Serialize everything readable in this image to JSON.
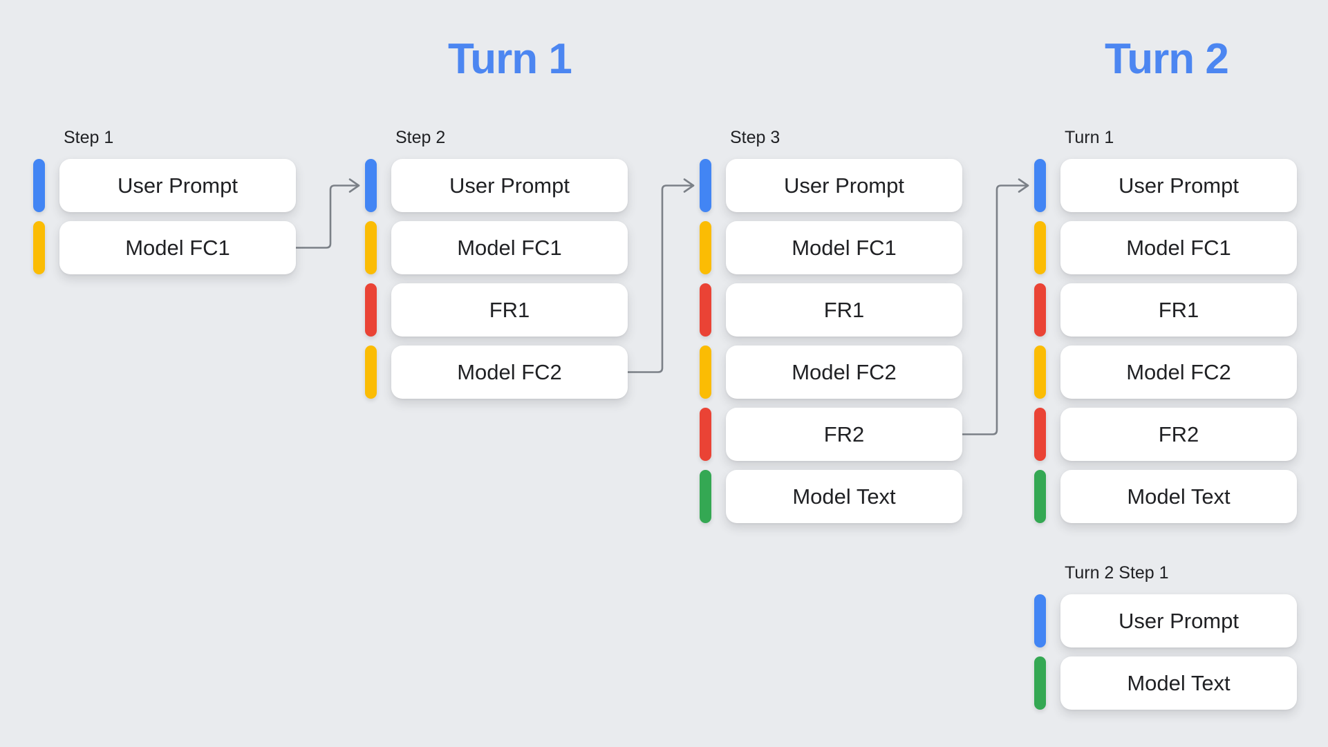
{
  "titles": {
    "turn1": "Turn 1",
    "turn2": "Turn 2"
  },
  "colors": {
    "background": "#E9EBEE",
    "box_bg": "#FFFFFF",
    "box_text": "#202124",
    "label_text": "#202124",
    "title_text": "#4C86F1",
    "arrow": "#7B8087",
    "user": "#4285F4",
    "model_fc": "#FBBC04",
    "fr": "#EA4335",
    "model_text": "#34A853"
  },
  "columns": [
    {
      "id": "step1",
      "label": "Step 1",
      "blocks": [
        {
          "type": "user",
          "label": "User Prompt"
        },
        {
          "type": "model_fc",
          "label": "Model FC1"
        }
      ]
    },
    {
      "id": "step2",
      "label": "Step 2",
      "blocks": [
        {
          "type": "user",
          "label": "User Prompt"
        },
        {
          "type": "model_fc",
          "label": "Model FC1"
        },
        {
          "type": "fr",
          "label": "FR1"
        },
        {
          "type": "model_fc",
          "label": "Model FC2"
        }
      ]
    },
    {
      "id": "step3",
      "label": "Step 3",
      "blocks": [
        {
          "type": "user",
          "label": "User Prompt"
        },
        {
          "type": "model_fc",
          "label": "Model FC1"
        },
        {
          "type": "fr",
          "label": "FR1"
        },
        {
          "type": "model_fc",
          "label": "Model FC2"
        },
        {
          "type": "fr",
          "label": "FR2"
        },
        {
          "type": "model_text",
          "label": "Model Text"
        }
      ]
    },
    {
      "id": "turn1",
      "label": "Turn 1",
      "blocks": [
        {
          "type": "user",
          "label": "User Prompt"
        },
        {
          "type": "model_fc",
          "label": "Model FC1"
        },
        {
          "type": "fr",
          "label": "FR1"
        },
        {
          "type": "model_fc",
          "label": "Model FC2"
        },
        {
          "type": "fr",
          "label": "FR2"
        },
        {
          "type": "model_text",
          "label": "Model Text"
        }
      ]
    },
    {
      "id": "turn2_step1",
      "label": "Turn 2 Step 1",
      "blocks": [
        {
          "type": "user",
          "label": "User Prompt"
        },
        {
          "type": "model_text",
          "label": "Model Text"
        }
      ]
    }
  ],
  "arrows": [
    {
      "from_col": "step1",
      "from_block": 1,
      "to_col": "step2",
      "to_block": 0
    },
    {
      "from_col": "step2",
      "from_block": 3,
      "to_col": "step3",
      "to_block": 0
    },
    {
      "from_col": "step3",
      "from_block": 4,
      "to_col": "turn1",
      "to_block": 0
    }
  ]
}
